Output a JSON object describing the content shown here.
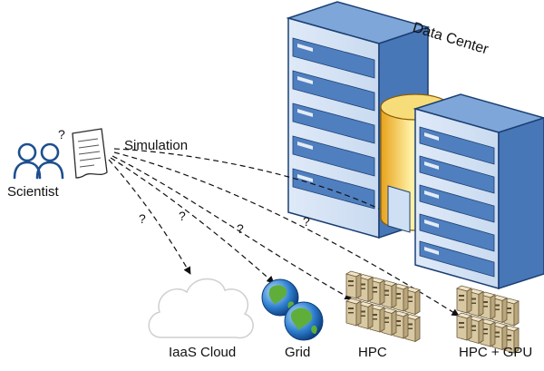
{
  "labels": {
    "data_center": "Data Center",
    "simulation": "Simulation",
    "scientist": "Scientist",
    "iaas_cloud": "IaaS Cloud",
    "grid": "Grid",
    "hpc": "HPC",
    "hpc_gpu": "HPC + GPU"
  },
  "question_marks": [
    "?",
    "?",
    "?",
    "?",
    "?"
  ],
  "icons": {
    "scientist": "scientists-icon",
    "document": "simulation-document-icon",
    "cloud": "cloud-icon",
    "globe": "globe-icon",
    "server_rack": "server-rack-icon",
    "database": "database-cylinder-icon"
  },
  "colors": {
    "server_blue": "#4f7fbf",
    "server_light": "#dce8f7",
    "cylinder_yellow": "#f5c542",
    "rack_beige": "#d9c9a3"
  }
}
